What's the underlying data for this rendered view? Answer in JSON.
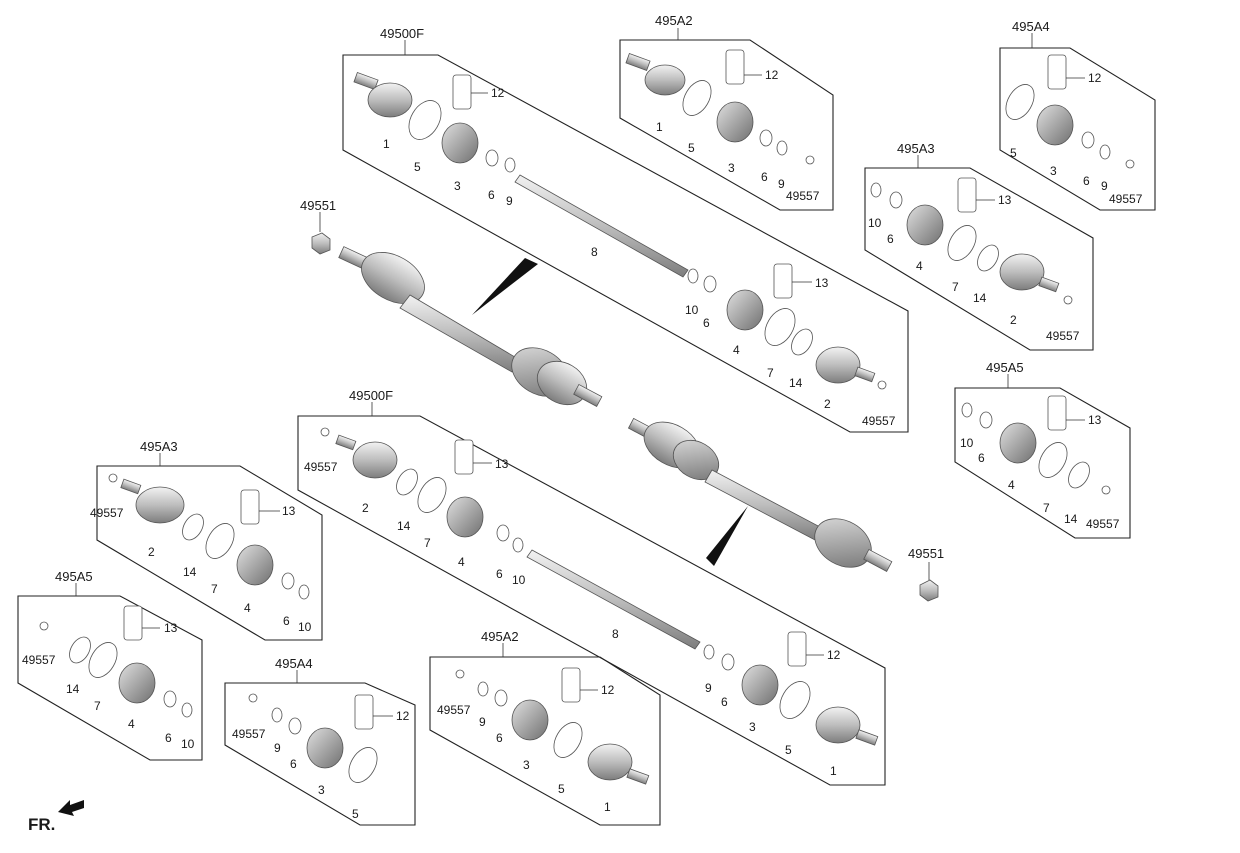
{
  "diagram": {
    "groups": [
      {
        "id": "g1",
        "label": "49500F"
      },
      {
        "id": "g2",
        "label": "495A2"
      },
      {
        "id": "g3",
        "label": "495A4"
      },
      {
        "id": "g4",
        "label": "495A3"
      },
      {
        "id": "g5",
        "label": "495A5"
      },
      {
        "id": "g6",
        "label": "49500F"
      },
      {
        "id": "g7",
        "label": "495A3"
      },
      {
        "id": "g8",
        "label": "495A5"
      },
      {
        "id": "g9",
        "label": "495A4"
      },
      {
        "id": "g10",
        "label": "495A2"
      }
    ],
    "standalone_parts": [
      {
        "id": "nut-top",
        "label": "49551"
      },
      {
        "id": "nut-bottom",
        "label": "49551"
      }
    ],
    "part_labels": [
      "1",
      "5",
      "3",
      "6",
      "9",
      "8",
      "10",
      "6",
      "4",
      "7",
      "14",
      "2",
      "49557",
      "12",
      "13",
      "1",
      "5",
      "3",
      "6",
      "9",
      "49557",
      "12",
      "5",
      "3",
      "6",
      "9",
      "49557",
      "12",
      "10",
      "6",
      "4",
      "7",
      "14",
      "2",
      "49557",
      "13",
      "10",
      "6",
      "4",
      "7",
      "14",
      "49557",
      "13",
      "49557",
      "2",
      "14",
      "7",
      "4",
      "6",
      "10",
      "8",
      "9",
      "6",
      "3",
      "5",
      "1",
      "13",
      "12",
      "49557",
      "2",
      "14",
      "7",
      "4",
      "6",
      "10",
      "13",
      "49557",
      "14",
      "7",
      "4",
      "6",
      "10",
      "13",
      "49557",
      "9",
      "6",
      "3",
      "5",
      "12",
      "49557",
      "9",
      "6",
      "3",
      "5",
      "1",
      "12"
    ],
    "orientation_label": "FR.",
    "colors": {
      "line": "#222222",
      "part_light": "#dcdcdc",
      "part_dark": "#8a8a8a",
      "pointer": "#111111"
    }
  }
}
